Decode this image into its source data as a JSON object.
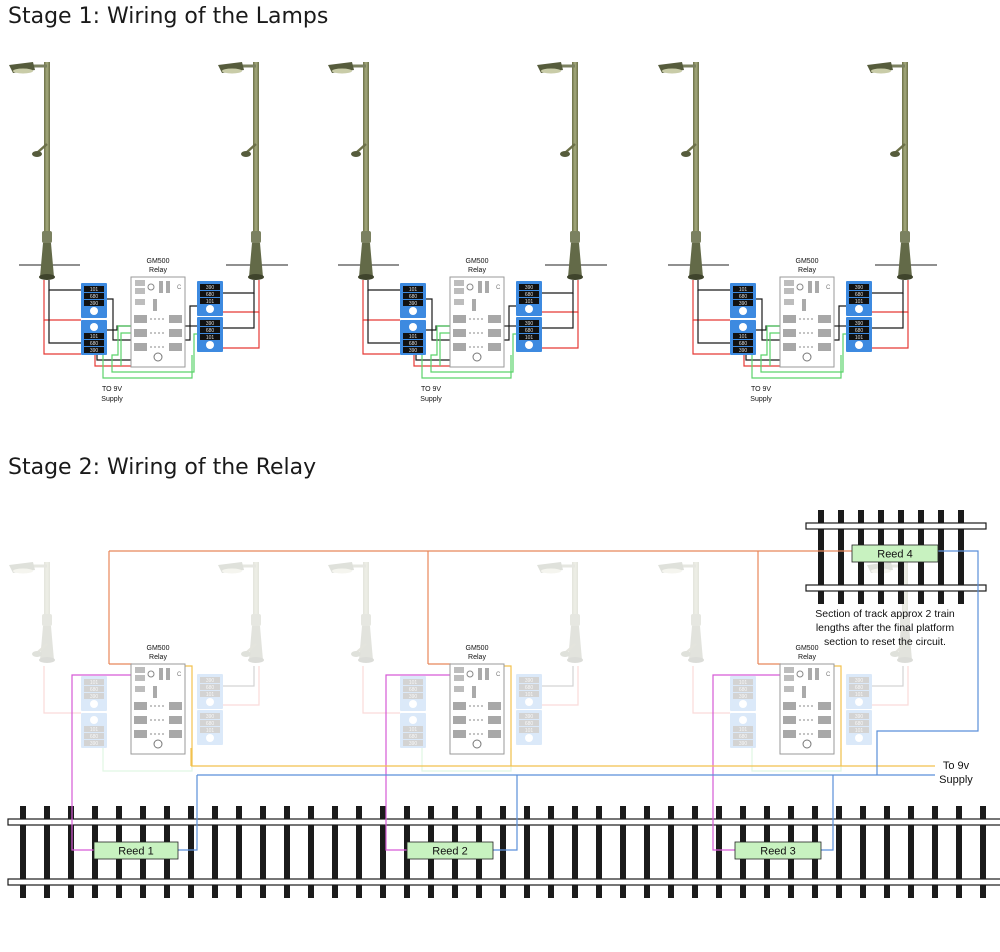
{
  "stage1": {
    "title": "Stage 1: Wiring of the Lamps",
    "relay_name": "GM500",
    "relay_sub": "Relay",
    "supply_line1": "TO 9V",
    "supply_line2": "Supply",
    "left_module_codes": [
      "101",
      "680",
      "390"
    ],
    "right_module_codes": [
      "390",
      "680",
      "101"
    ]
  },
  "stage2": {
    "title": "Stage 2: Wiring of the Relay",
    "relay_name": "GM500",
    "relay_sub": "Relay",
    "reeds": [
      "Reed 1",
      "Reed 2",
      "Reed 3",
      "Reed 4"
    ],
    "reset_note": [
      "Section of track approx 2 train",
      "lengths after the final platform",
      "section to reset the circuit."
    ],
    "supply_line1": "To 9v",
    "supply_line2": "Supply"
  },
  "colors": {
    "wire_red": "#e53935",
    "wire_black": "#1a1a1a",
    "wire_green": "#5bd36a",
    "wire_orange": "#e8875a",
    "wire_yellow": "#f2c14e",
    "wire_magenta": "#d65ad6",
    "wire_blue": "#5b8fd9",
    "module_blue": "#3d8ae0",
    "reed_fill": "#c8f2c0",
    "lamp_post": "#8e9466"
  }
}
